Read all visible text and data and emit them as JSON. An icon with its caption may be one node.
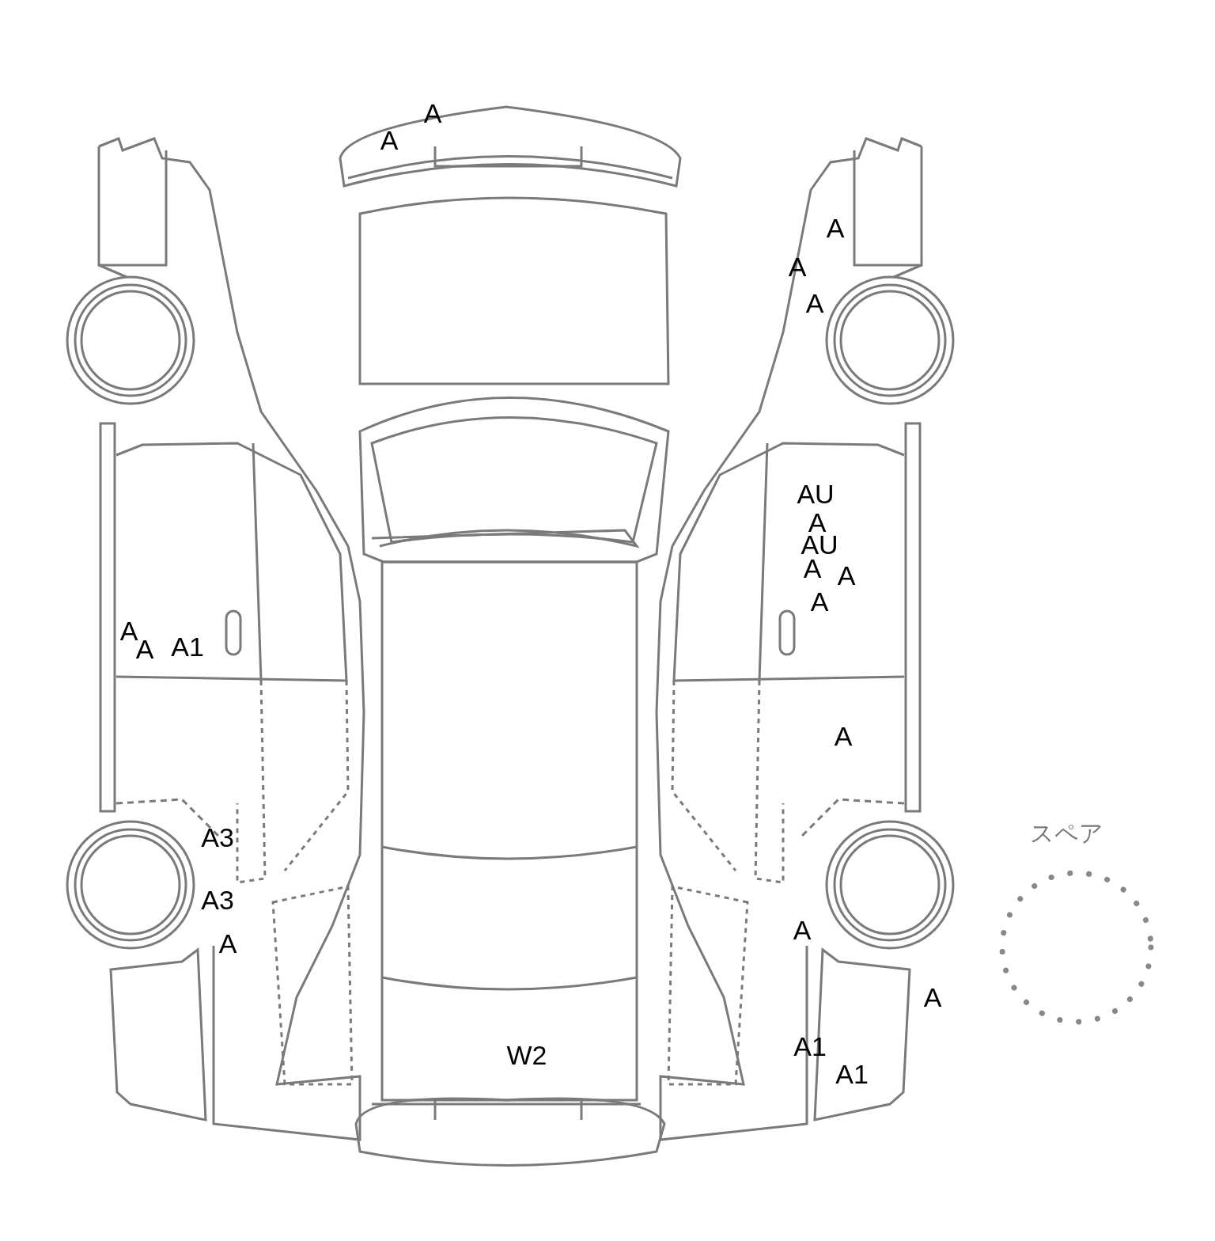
{
  "diagram": {
    "nodes": [
      {
        "text": [
          "スペア"
        ]
      }
    ],
    "labels": [
      "A",
      "A",
      "A",
      "A",
      "A",
      "AU",
      "A",
      "AU",
      "A",
      "A",
      "A",
      "A",
      "A",
      "A1",
      "A",
      "A3",
      "A3",
      "A",
      "A",
      "A",
      "A1",
      "W2",
      "A1"
    ]
  }
}
